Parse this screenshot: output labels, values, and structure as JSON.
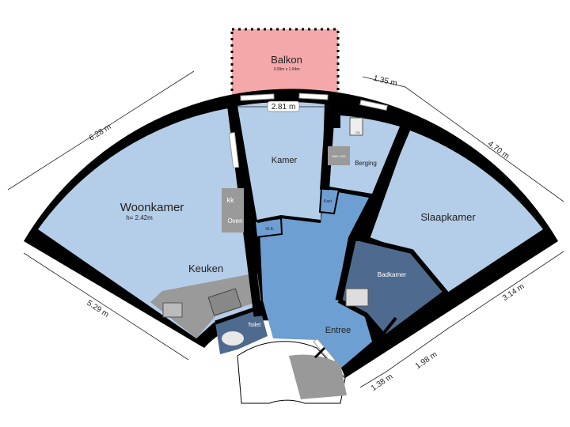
{
  "rooms": {
    "balkon": {
      "label": "Balkon",
      "size": "3.09m x 1.94m"
    },
    "woonkamer": {
      "label": "Woonkamer",
      "height": "h= 2.42m"
    },
    "keuken": {
      "label": "Keuken"
    },
    "kamer": {
      "label": "Kamer"
    },
    "berging": {
      "label": "Berging"
    },
    "slaapkamer": {
      "label": "Slaapkamer"
    },
    "badkamer": {
      "label": "Badkamer"
    },
    "entree": {
      "label": "Entree"
    },
    "toilet": {
      "label": "Toilet"
    },
    "meterkast": {
      "label": "m.k."
    },
    "kast": {
      "label": "Kast"
    }
  },
  "fixtures": {
    "fridge": "kk",
    "oven": "Oven",
    "washer": "WM / WD",
    "boiler": "CV"
  },
  "dimensions": {
    "kamer_width": "2.81 m",
    "left_outer": "6.28 m",
    "left_inner": "5.29 m",
    "right_top_small": "1.35 m",
    "right_outer": "4.70 m",
    "right_inner": "3.14 m",
    "bottom_right": "1.98 m",
    "bottom_small": "1.38 m"
  },
  "colors": {
    "room": "#b4cde8",
    "entree": "#6e9fd2",
    "wet_room": "#4f6a8f",
    "balcony": "#f5a8aa",
    "wall": "#000000"
  }
}
